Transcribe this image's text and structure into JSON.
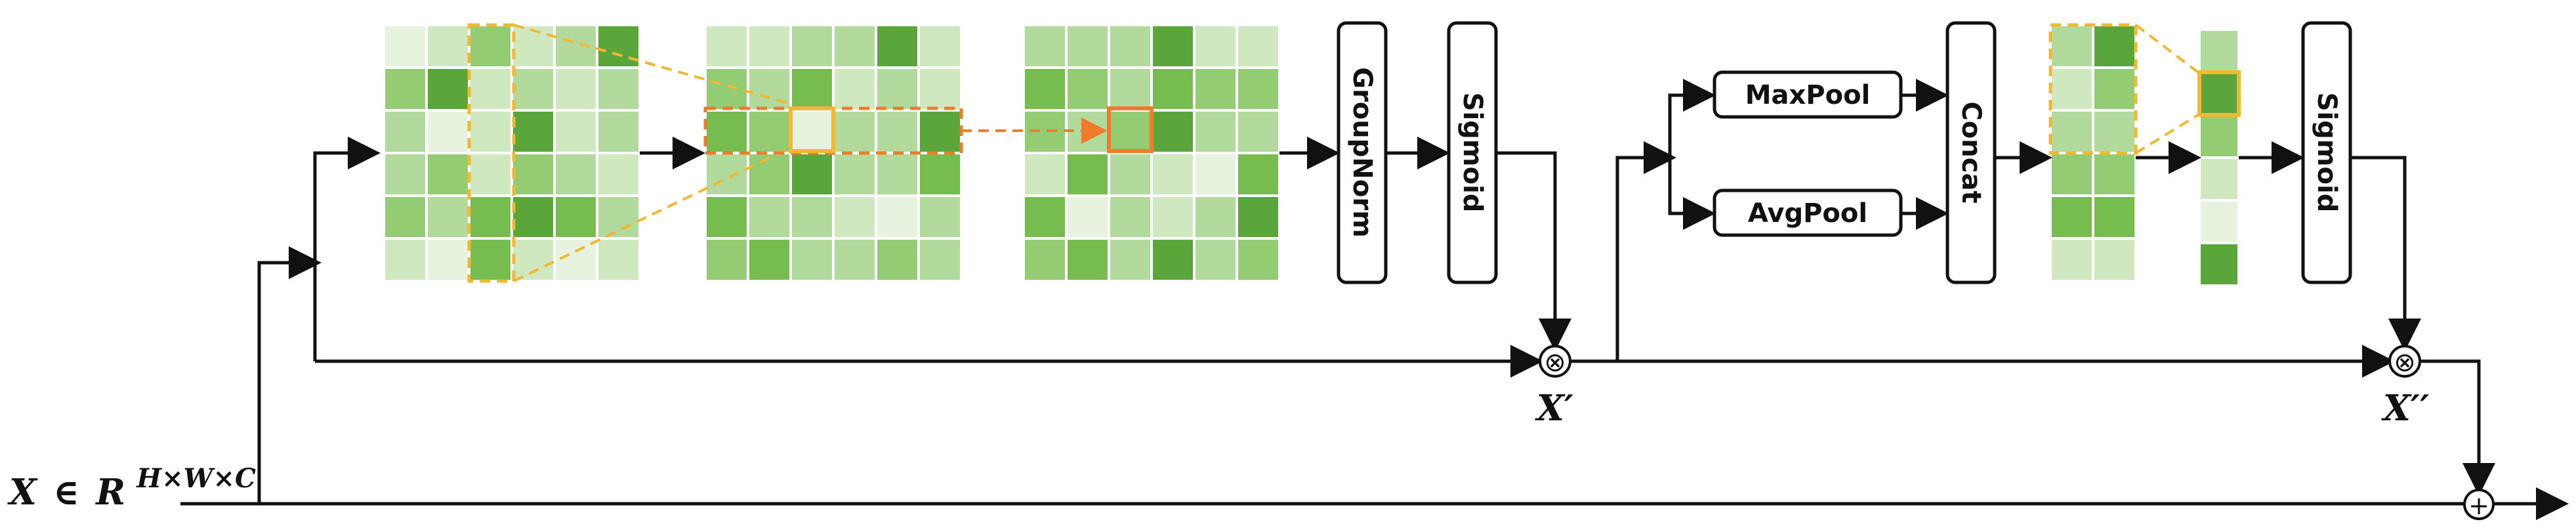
{
  "blocks": {
    "groupnorm": "GroupNorm",
    "sigmoid_1": "Sigmoid",
    "maxpool": "MaxPool",
    "avgpool": "AvgPool",
    "concat": "Concat",
    "sigmoid_2": "Sigmoid"
  },
  "labels": {
    "input_x": "X",
    "input_in": "∈",
    "input_r": "R",
    "input_dims": "H×W×C",
    "x_prime": "X′",
    "x_double_prime": "X′′"
  },
  "operators": {
    "multiply": "⊗",
    "add": "+"
  },
  "colors": {
    "arrow": "#111111",
    "highlight_dash": "#f2b833",
    "highlight_solid": "#f07b2a",
    "green_scale": [
      "#e8f3df",
      "#cfe8bf",
      "#b3da9d",
      "#94cc73",
      "#76bc4f",
      "#5aa63a"
    ]
  },
  "grids": {
    "grid_1": [
      [
        0,
        1,
        3,
        1,
        2,
        5
      ],
      [
        3,
        5,
        1,
        2,
        1,
        2
      ],
      [
        2,
        0,
        1,
        5,
        1,
        2
      ],
      [
        2,
        3,
        1,
        3,
        2,
        1
      ],
      [
        3,
        2,
        4,
        5,
        4,
        2
      ],
      [
        1,
        0,
        4,
        1,
        0,
        1
      ]
    ],
    "grid_2": [
      [
        1,
        1,
        2,
        2,
        5,
        1
      ],
      [
        3,
        2,
        4,
        1,
        2,
        1
      ],
      [
        4,
        3,
        0,
        2,
        2,
        5
      ],
      [
        2,
        3,
        5,
        2,
        2,
        4
      ],
      [
        4,
        2,
        2,
        1,
        0,
        2
      ],
      [
        3,
        4,
        2,
        2,
        3,
        2
      ]
    ],
    "grid_3": [
      [
        2,
        2,
        2,
        5,
        1,
        1
      ],
      [
        4,
        3,
        2,
        4,
        3,
        3
      ],
      [
        3,
        2,
        3,
        5,
        2,
        2
      ],
      [
        1,
        4,
        2,
        1,
        0,
        4
      ],
      [
        4,
        0,
        2,
        1,
        2,
        5
      ],
      [
        3,
        4,
        2,
        5,
        2,
        3
      ]
    ],
    "column_concat": [
      [
        2,
        5
      ],
      [
        1,
        3
      ],
      [
        2,
        2
      ],
      [
        3,
        3
      ],
      [
        4,
        4
      ],
      [
        1,
        1
      ]
    ],
    "column_out": [
      [
        2
      ],
      [
        5
      ],
      [
        3
      ],
      [
        1
      ],
      [
        0
      ],
      [
        5
      ]
    ]
  }
}
